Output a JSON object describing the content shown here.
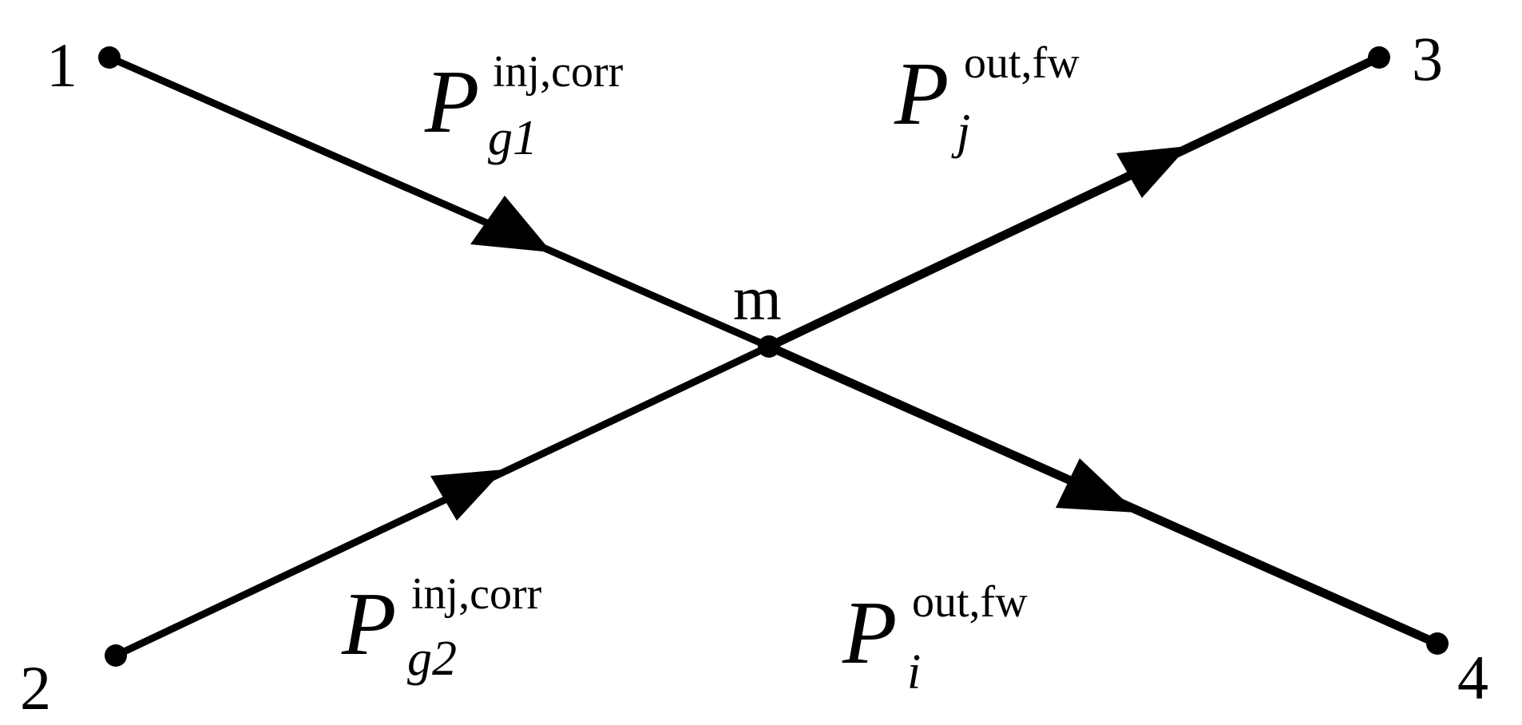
{
  "nodes": {
    "n1": "1",
    "n2": "2",
    "n3": "3",
    "n4": "4",
    "center": "m"
  },
  "flows": {
    "g1": {
      "base": "P",
      "sup": "inj,corr",
      "sub": "g1"
    },
    "g2": {
      "base": "P",
      "sup": "inj,corr",
      "sub": "g2"
    },
    "j": {
      "base": "P",
      "sup": "out,fw",
      "sub": "j"
    },
    "i": {
      "base": "P",
      "sup": "out,fw",
      "sub": "i"
    }
  },
  "colors": {
    "line": "#000000",
    "background": "#ffffff"
  }
}
